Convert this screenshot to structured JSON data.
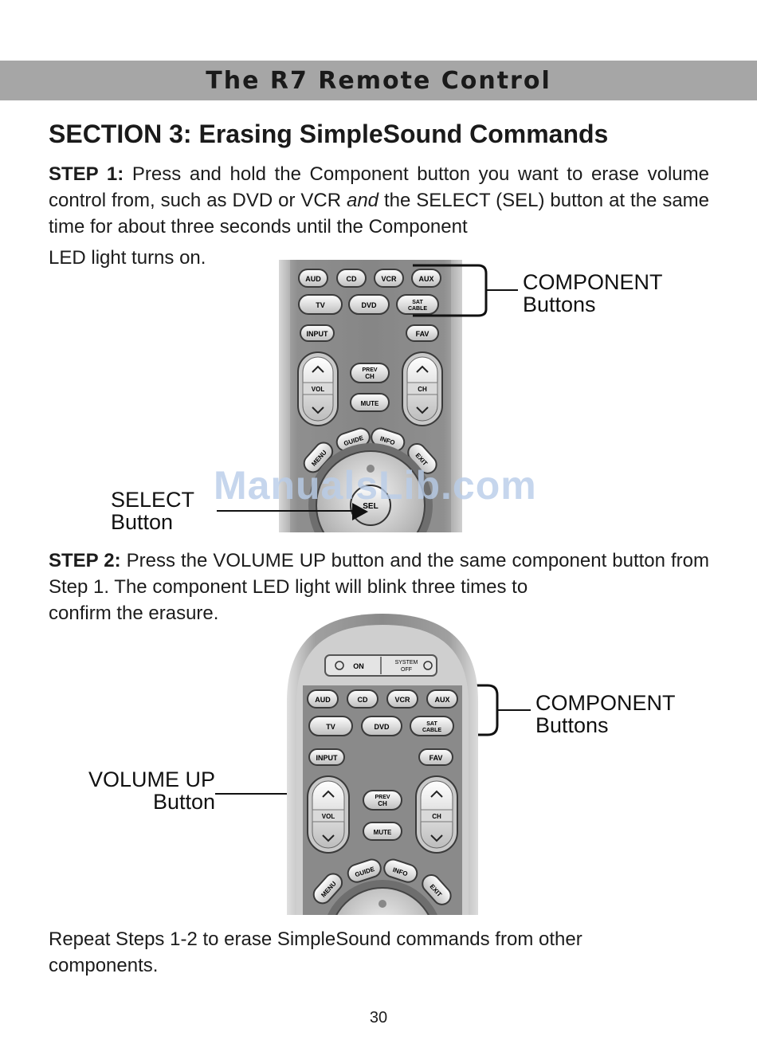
{
  "header": {
    "title": "The R7 Remote Control"
  },
  "section_title": "SECTION 3: Erasing SimpleSound Commands",
  "step1": {
    "label": "STEP 1:",
    "text_a": " Press and hold the Component button you want to erase volume control from, such as DVD or VCR ",
    "text_em": "and",
    "text_b": " the SELECT (SEL) button at the same time for about three seconds until the Component",
    "text_last": "LED light turns on."
  },
  "figure1": {
    "component_callout": [
      "COMPONENT",
      "Buttons"
    ],
    "select_callout": [
      "SELECT",
      "Button"
    ],
    "buttons": {
      "aud": "AUD",
      "cd": "CD",
      "vcr": "VCR",
      "aux": "AUX",
      "tv": "TV",
      "dvd": "DVD",
      "sat": "SAT",
      "cable": "CABLE",
      "input": "INPUT",
      "fav": "FAV",
      "vol": "VOL",
      "ch": "CH",
      "prev": "PREV",
      "prev_ch": "CH",
      "mute": "MUTE",
      "menu": "MENU",
      "guide": "GUIDE",
      "info": "INFO",
      "exit": "EXIT",
      "sel": "SEL"
    }
  },
  "step2": {
    "label": "STEP 2:",
    "text": " Press the VOLUME UP button and the same component button from Step 1. The component LED light will blink three times to",
    "text_last": "confirm the erasure."
  },
  "figure2": {
    "component_callout": [
      "COMPONENT",
      "Buttons"
    ],
    "volume_callout": [
      "VOLUME UP",
      "Button"
    ],
    "power": {
      "on": "ON",
      "system": "SYSTEM",
      "off": "OFF"
    }
  },
  "repeat": {
    "text": "Repeat Steps 1-2 to erase SimpleSound commands from other",
    "text_last": "components."
  },
  "watermark": "ManualsLib.com",
  "page_number": "30"
}
